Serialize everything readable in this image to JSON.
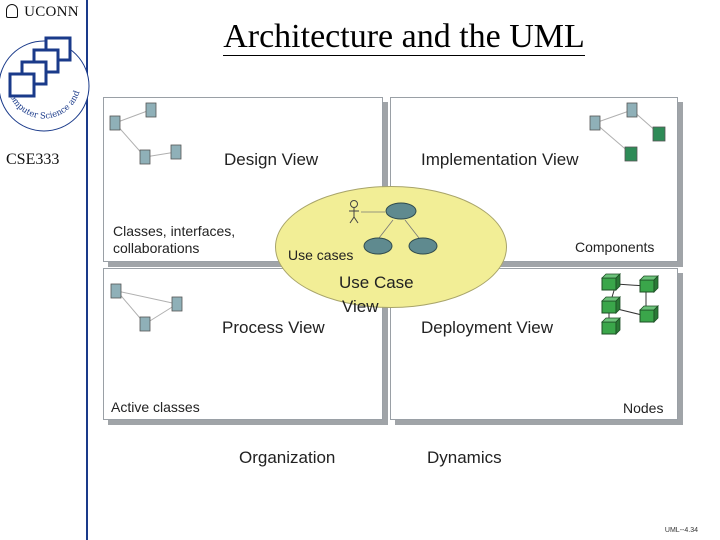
{
  "brand": {
    "name": "UCONN"
  },
  "logo": {
    "ring_text": "Computer Science and Engineering"
  },
  "course": {
    "code": "CSE333"
  },
  "title": "Architecture and the UML",
  "diagram": {
    "design_view": {
      "title": "Design View",
      "caption": "Classes, interfaces, collaborations"
    },
    "implementation_view": {
      "title": "Implementation View",
      "caption": "Components"
    },
    "use_case_view": {
      "title_line1": "Use Case",
      "title_line2": "View",
      "caption": "Use cases"
    },
    "process_view": {
      "title": "Process View",
      "caption": "Active classes"
    },
    "deployment_view": {
      "title": "Deployment View",
      "caption": "Nodes"
    },
    "left_axis": "Organization",
    "right_axis": "Dynamics"
  },
  "footer": {
    "slide_id": "UML--4.34"
  },
  "colors": {
    "ellipse_fill": "#f2ee96",
    "component_fill": "#8fb0b8",
    "node_fill": "#3aa64a",
    "sidebar_border": "#1a3a8a"
  }
}
